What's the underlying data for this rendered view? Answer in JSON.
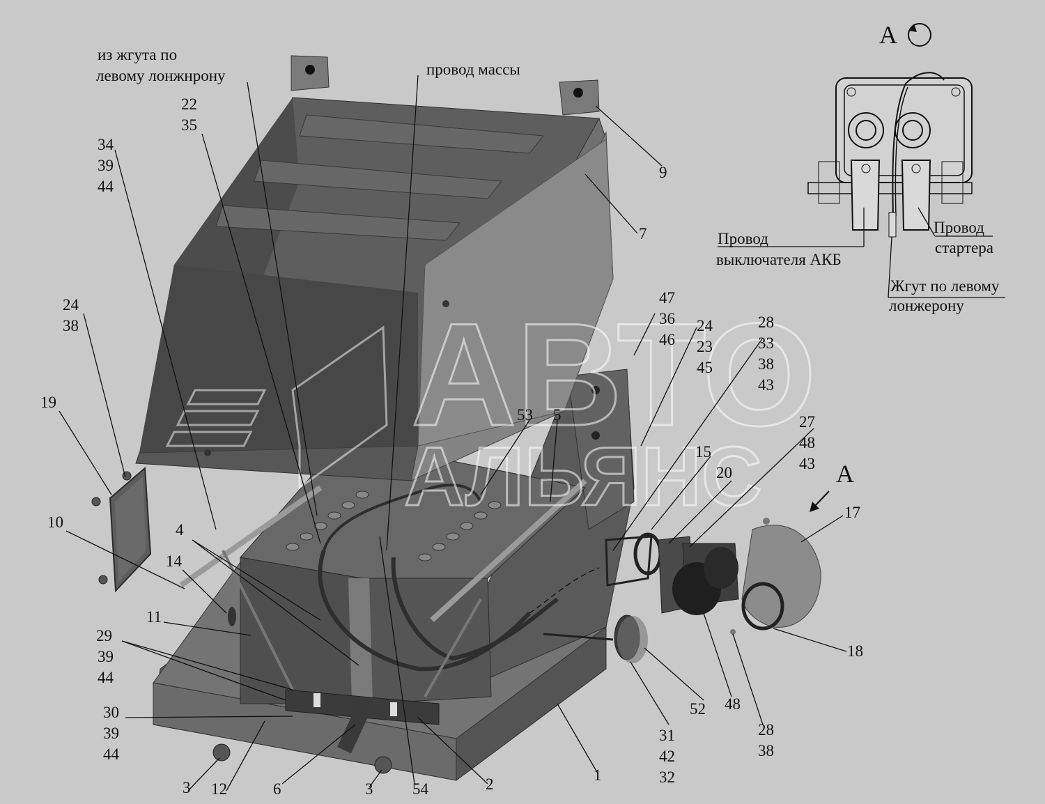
{
  "view_title": "А",
  "annotations": {
    "harness_left": [
      "из жгута по",
      "левому лонжнрону"
    ],
    "ground_wire": "провод массы",
    "battery_switch_wire": [
      "Провод",
      "выключателя АКБ"
    ],
    "starter_wire": [
      "Провод",
      "стартера"
    ],
    "left_rail_harness": [
      "Жгут по левому",
      "лонжерону"
    ]
  },
  "view_arrow_label": "А",
  "part_numbers": {
    "p1": "1",
    "p2": "2",
    "p3a": "3",
    "p3b": "3",
    "p4": "4",
    "p5": "5",
    "p6": "6",
    "p7": "7",
    "p9": "9",
    "p10": "10",
    "p11": "11",
    "p12": "12",
    "p14": "14",
    "p15": "15",
    "p17": "17",
    "p18": "18",
    "p19": "19",
    "p20": "20",
    "p53": "53",
    "p54": "54",
    "p52": "52",
    "p48": "48",
    "g22": [
      "22",
      "35"
    ],
    "g34": [
      "34",
      "39",
      "44"
    ],
    "g24a": [
      "24",
      "38"
    ],
    "g47": [
      "47",
      "36",
      "46"
    ],
    "g24b": [
      "24",
      "23",
      "45"
    ],
    "g28a": [
      "28",
      "33",
      "38",
      "43"
    ],
    "g27": [
      "27",
      "48",
      "43"
    ],
    "g29": [
      "29",
      "39",
      "44"
    ],
    "g30": [
      "30",
      "39",
      "44"
    ],
    "g31": [
      "31",
      "42",
      "32"
    ],
    "g28b": [
      "28",
      "38"
    ]
  },
  "watermark": [
    "АВТО",
    "АЛЬЯНС"
  ],
  "colors": {
    "background": "#c9c9c9",
    "part_dark": "#4a4a4a",
    "part_mid": "#6a6a6a",
    "part_light": "#8a8a8a"
  }
}
